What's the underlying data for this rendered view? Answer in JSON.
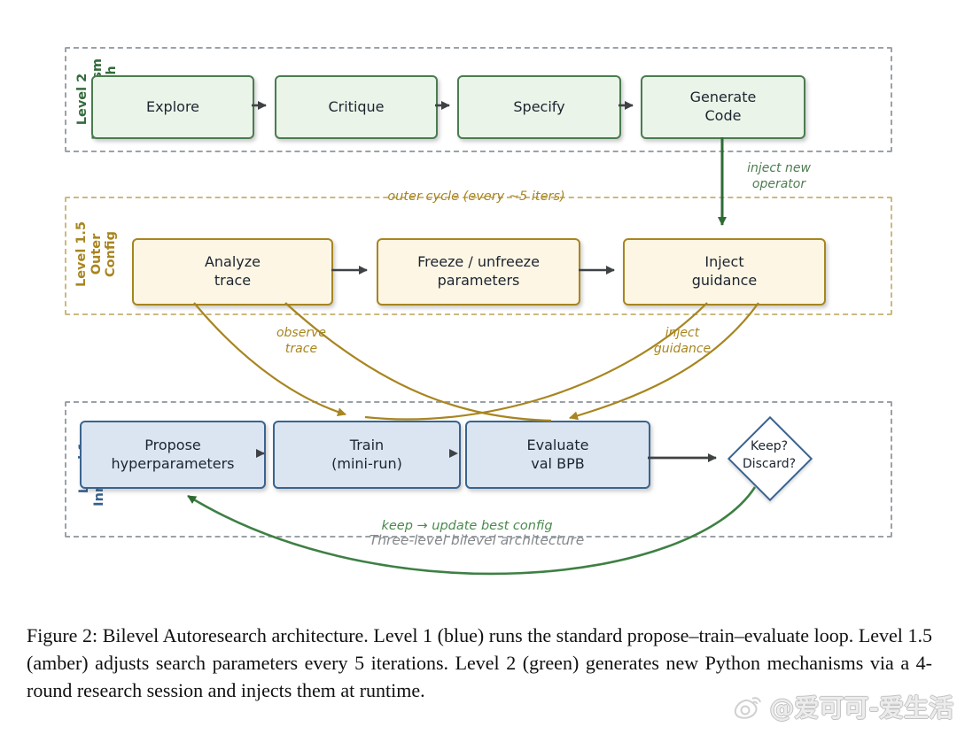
{
  "accent_colors": {
    "green": "#2e6b34",
    "amber": "#a8851f",
    "blue": "#3a648f",
    "dash_gray": "#9ba1a8",
    "flow_arrow": "#3f4245"
  },
  "levels": {
    "level2": {
      "side_label": "Level 2\nMechanism\nResearch",
      "nodes": {
        "explore": "Explore",
        "critique": "Critique",
        "specify": "Specify",
        "generate_code": "Generate\nCode"
      }
    },
    "level15": {
      "side_label": "Level 1.5\nOuter\nConfig",
      "cycle_note": "outer cycle (every ~5 iters)",
      "nodes": {
        "analyze_trace": "Analyze\ntrace",
        "freeze_params": "Freeze / unfreeze\nparameters",
        "inject_guidance": "Inject\nguidance"
      }
    },
    "level1": {
      "side_label": "Level 1\nInner Loop",
      "nodes": {
        "propose": "Propose\nhyperparameters",
        "train": "Train\n(mini-run)",
        "evaluate": "Evaluate\nval BPB",
        "decision": "Keep?\nDiscard?"
      }
    }
  },
  "annotations": {
    "inject_new_operator": "inject new\noperator",
    "observe_trace": "observe\ntrace",
    "inject_guidance": "inject\nguidance",
    "keep_update": "keep → update best config",
    "subtitle": "Three-level bilevel architecture"
  },
  "caption": "Figure 2: Bilevel Autoresearch architecture. Level 1 (blue) runs the standard propose–train–evaluate loop. Level 1.5 (amber) adjusts search parameters every 5 iterations. Level 2 (green) generates new Python mechanisms via a 4-round research session and injects them at runtime.",
  "watermark": "@爱可可-爱生活"
}
